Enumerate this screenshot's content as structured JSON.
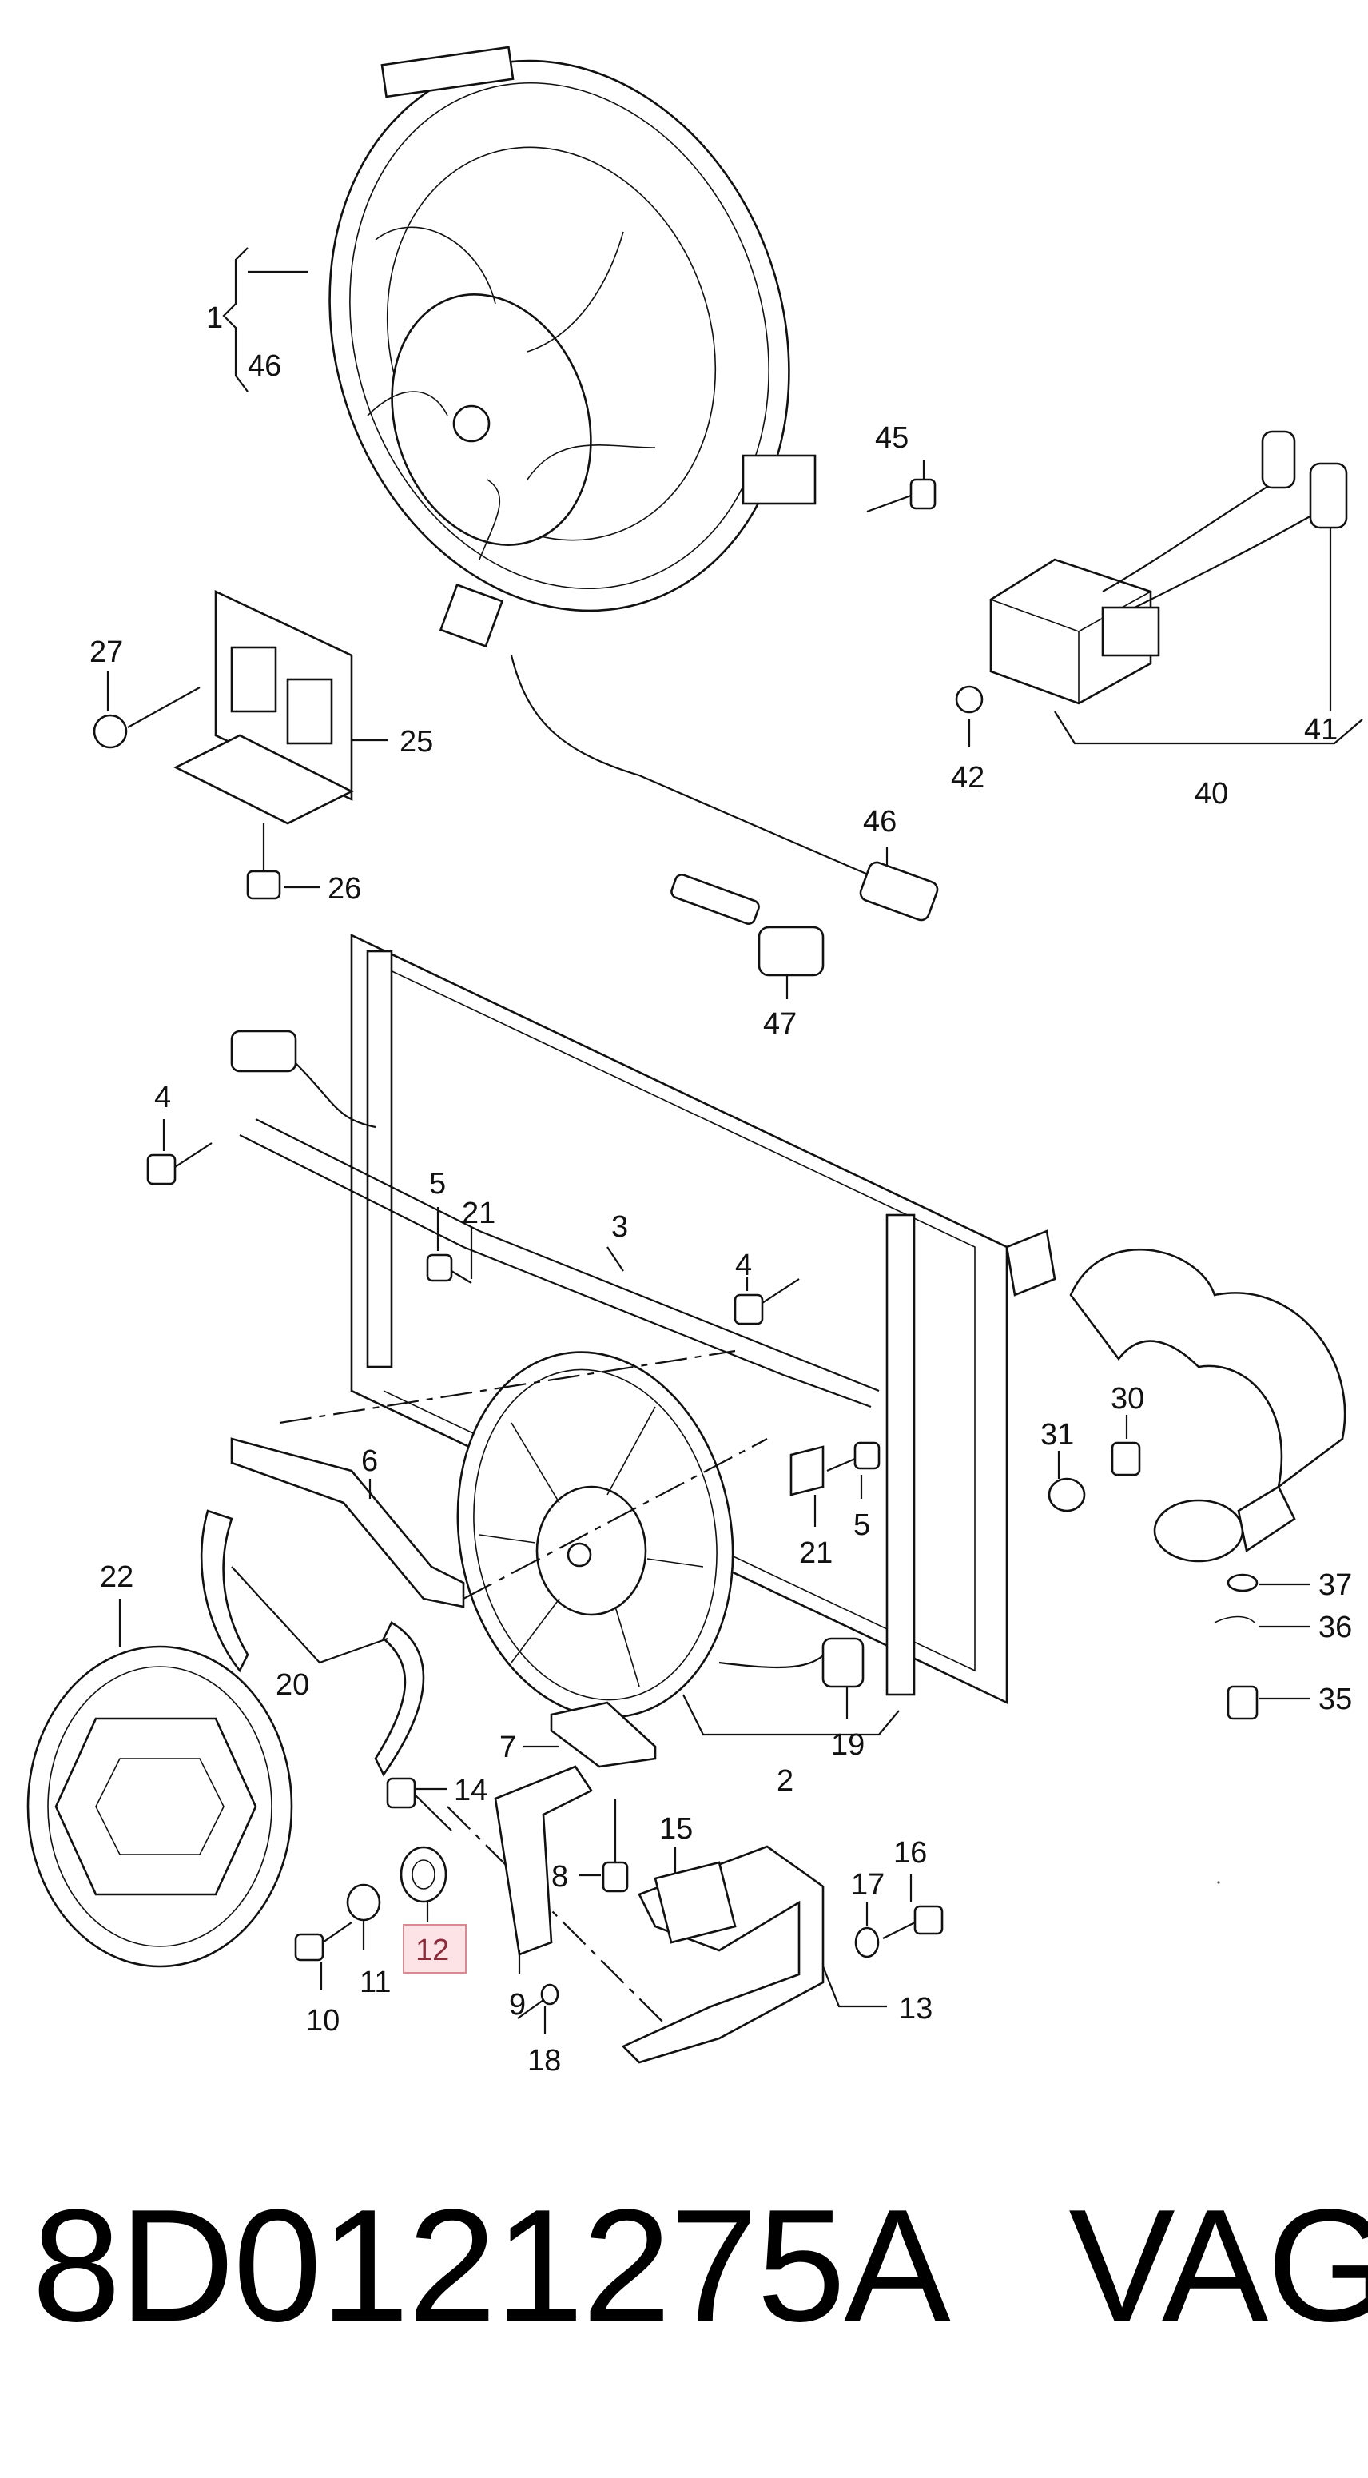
{
  "diagram": {
    "callouts": {
      "c1": "1",
      "c2": "2",
      "c3": "3",
      "c4a": "4",
      "c4b": "4",
      "c5a": "5",
      "c5b": "5",
      "c6": "6",
      "c7": "7",
      "c8": "8",
      "c9": "9",
      "c10": "10",
      "c11": "11",
      "c12": "12",
      "c13": "13",
      "c14": "14",
      "c15": "15",
      "c16": "16",
      "c17": "17",
      "c18": "18",
      "c19": "19",
      "c20": "20",
      "c21a": "21",
      "c21b": "21",
      "c22": "22",
      "c25": "25",
      "c26": "26",
      "c27": "27",
      "c30": "30",
      "c31": "31",
      "c35": "35",
      "c36": "36",
      "c37": "37",
      "c40": "40",
      "c41": "41",
      "c42": "42",
      "c45": "45",
      "c46a": "46",
      "c46b": "46",
      "c47": "47"
    },
    "highlighted_callout": "12",
    "highlight_color": "#fde3e6"
  },
  "caption": {
    "part_number": "8D0121275A",
    "brand": "VAG"
  }
}
